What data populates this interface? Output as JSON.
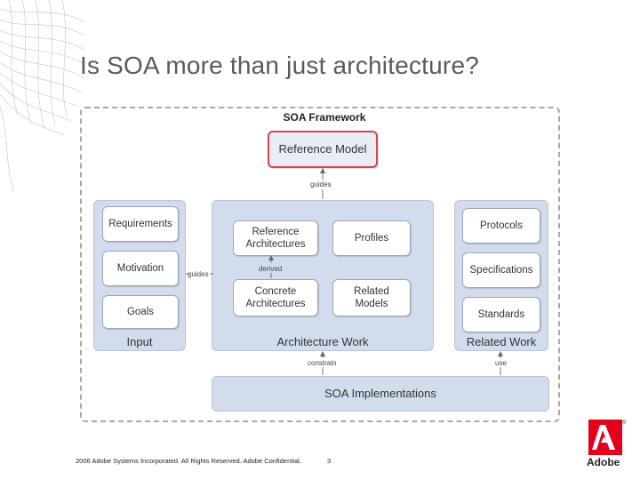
{
  "slide": {
    "title": "Is SOA more than just architecture?",
    "footer_text": "2006 Adobe Systems Incorporated. All Rights Reserved. Adobe Confidential.",
    "page_number": "3"
  },
  "diagram": {
    "framework_title": "SOA Framework",
    "reference_model": "Reference Model",
    "edge_guides_top": "guides",
    "edge_guides_side": "guides",
    "edge_derived": "derived",
    "edge_constrain": "constrain",
    "edge_use": "use",
    "input": {
      "label": "Input",
      "items": [
        "Requirements",
        "Motivation",
        "Goals"
      ]
    },
    "architecture_work": {
      "label": "Architecture Work",
      "reference_architectures": "Reference\nArchitectures",
      "profiles": "Profiles",
      "concrete_architectures": "Concrete\nArchitectures",
      "related_models": "Related\nModels"
    },
    "related_work": {
      "label": "Related Work",
      "items": [
        "Protocols",
        "Specifications",
        "Standards"
      ]
    },
    "soa_implementations": "SOA Implementations"
  },
  "logo": {
    "text": "Adobe",
    "reg_mark": "®",
    "color": "#e2001a"
  },
  "colors": {
    "panel": "#d3dcec",
    "reference_model_border": "#d9444e",
    "title": "#5a5a5a"
  }
}
